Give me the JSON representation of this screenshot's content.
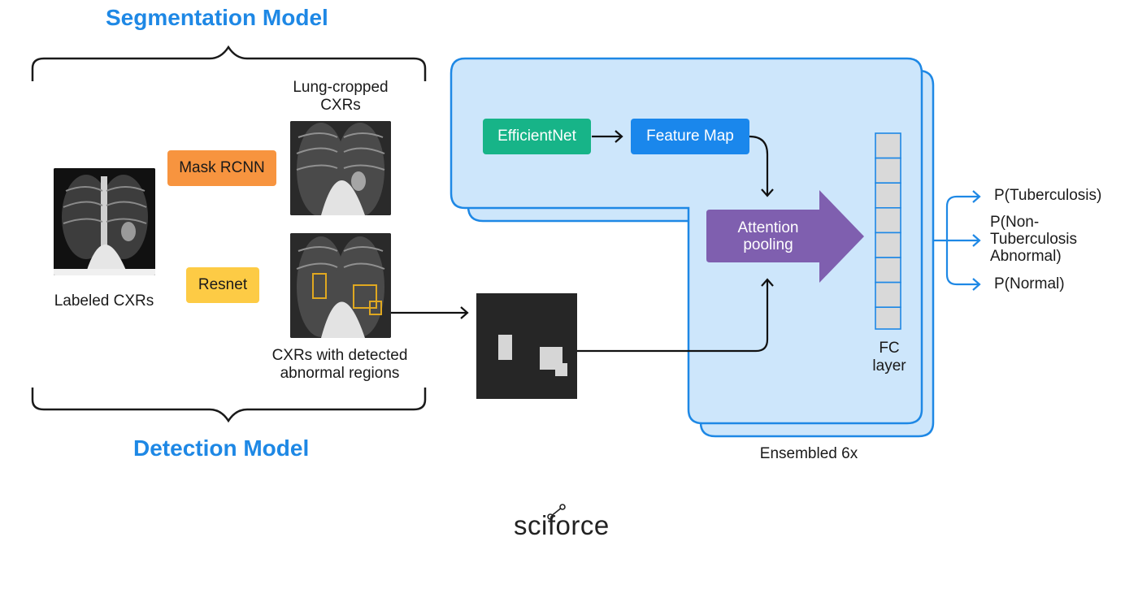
{
  "titles": {
    "segmentation": "Segmentation Model",
    "detection": "Detection Model"
  },
  "labels": {
    "lung_cropped": [
      "Lung-cropped",
      "CXRs"
    ],
    "labeled_cxrs": "Labeled CXRs",
    "detected": [
      "CXRs with detected",
      "abnormal regions"
    ],
    "fc_layer": [
      "FC",
      "layer"
    ],
    "ensembled": "Ensembled 6x"
  },
  "models": {
    "mask_rcnn": "Mask RCNN",
    "resnet": "Resnet",
    "efficientnet": "EfficientNet",
    "feature_map": "Feature Map",
    "attention_pooling": [
      "Attention",
      "pooling"
    ]
  },
  "outputs": {
    "tb": "P(Tuberculosis)",
    "non_tb": [
      "P(Non-",
      "Tuberculosis",
      "Abnormal)"
    ],
    "normal": "P(Normal)"
  },
  "logo": "sciforce",
  "colors": {
    "blue_title": "#1e88e5",
    "panel_fill": "#cde6fb",
    "panel_stroke": "#1e88e5",
    "mask_rcnn": "#f7943f",
    "resnet": "#fdcb45",
    "efficientnet": "#17b488",
    "feature_map": "#1a87ec",
    "attention": "#7f5faf",
    "fc_cell": "#d9d9d9"
  },
  "icons": [
    "lung-xray-icon",
    "mask-image-icon",
    "sciforce-logo"
  ]
}
